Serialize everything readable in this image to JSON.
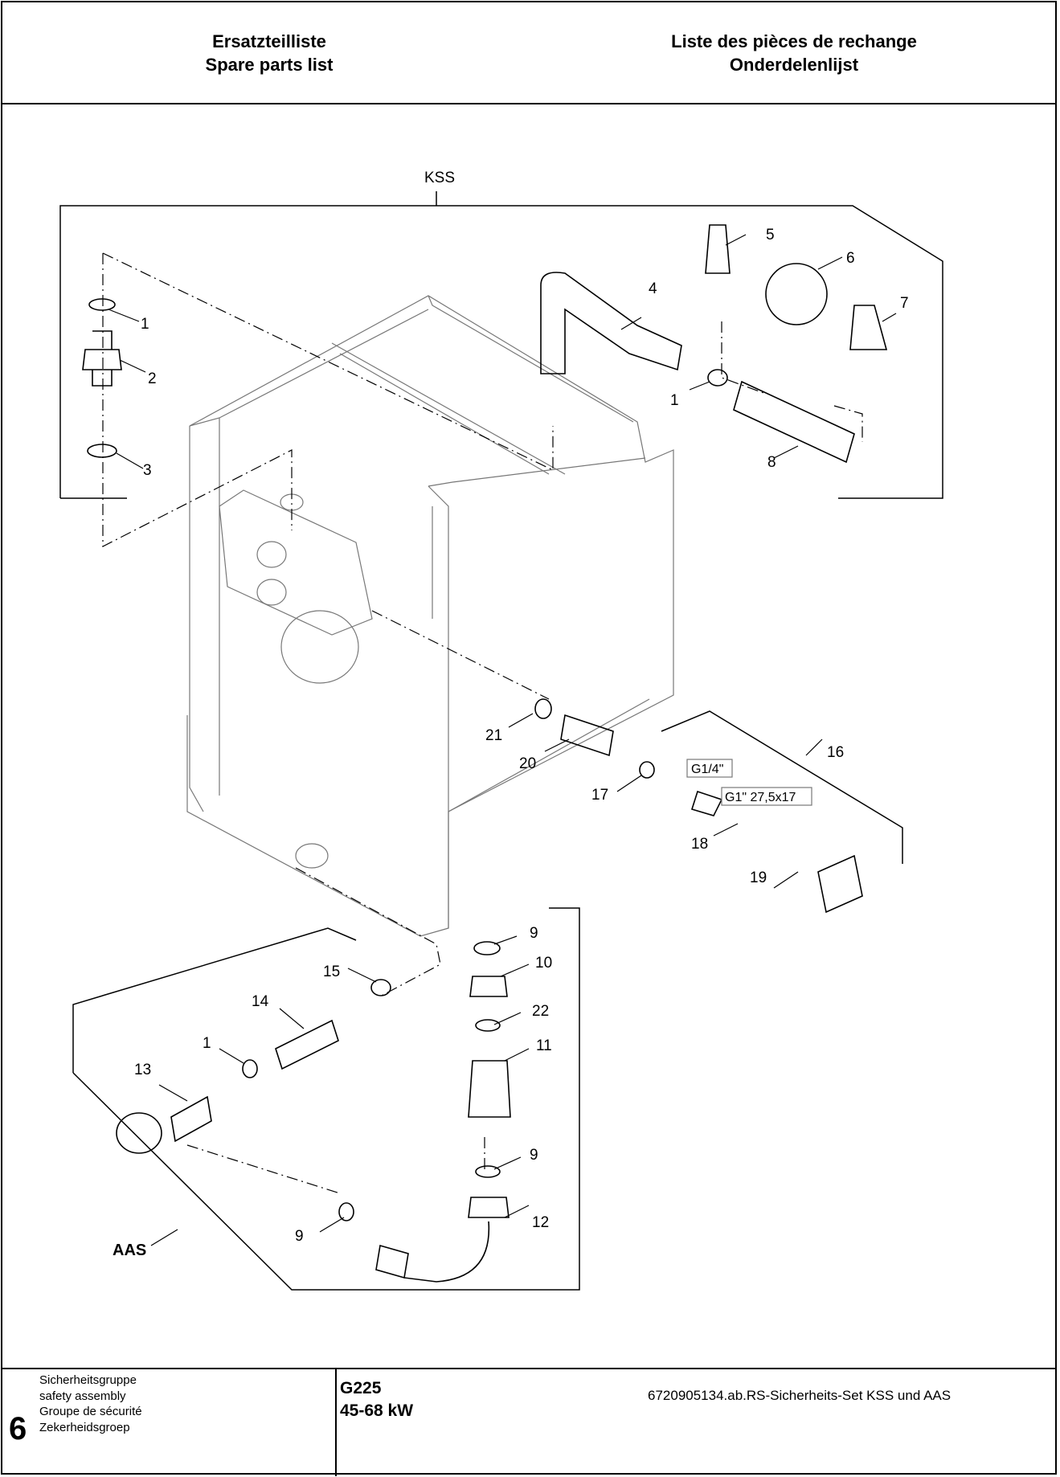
{
  "header": {
    "left": [
      "Ersatzteilliste",
      "Spare parts list"
    ],
    "right": [
      "Liste des pièces de rechange",
      "Onderdelenlijst"
    ]
  },
  "drawing": {
    "group_kss": "KSS",
    "group_aas": "AAS",
    "thread_labels": [
      "G1/4\"",
      "G1\" 27,5x17"
    ],
    "callouts": [
      "1",
      "2",
      "3",
      "4",
      "5",
      "6",
      "7",
      "1",
      "8",
      "21",
      "20",
      "17",
      "16",
      "18",
      "19",
      "9",
      "10",
      "22",
      "11",
      "9",
      "12",
      "15",
      "14",
      "1",
      "13",
      "9"
    ],
    "caption": "6720905134.ab.RS-Sicherheits-Set KSS und AAS"
  },
  "footer": {
    "page_number": "6",
    "names": [
      "Sicherheitsgruppe",
      "safety assembly",
      "Groupe de sécurité",
      "Zekerheidsgroep"
    ],
    "model": [
      "G225",
      "45-68 kW"
    ]
  }
}
